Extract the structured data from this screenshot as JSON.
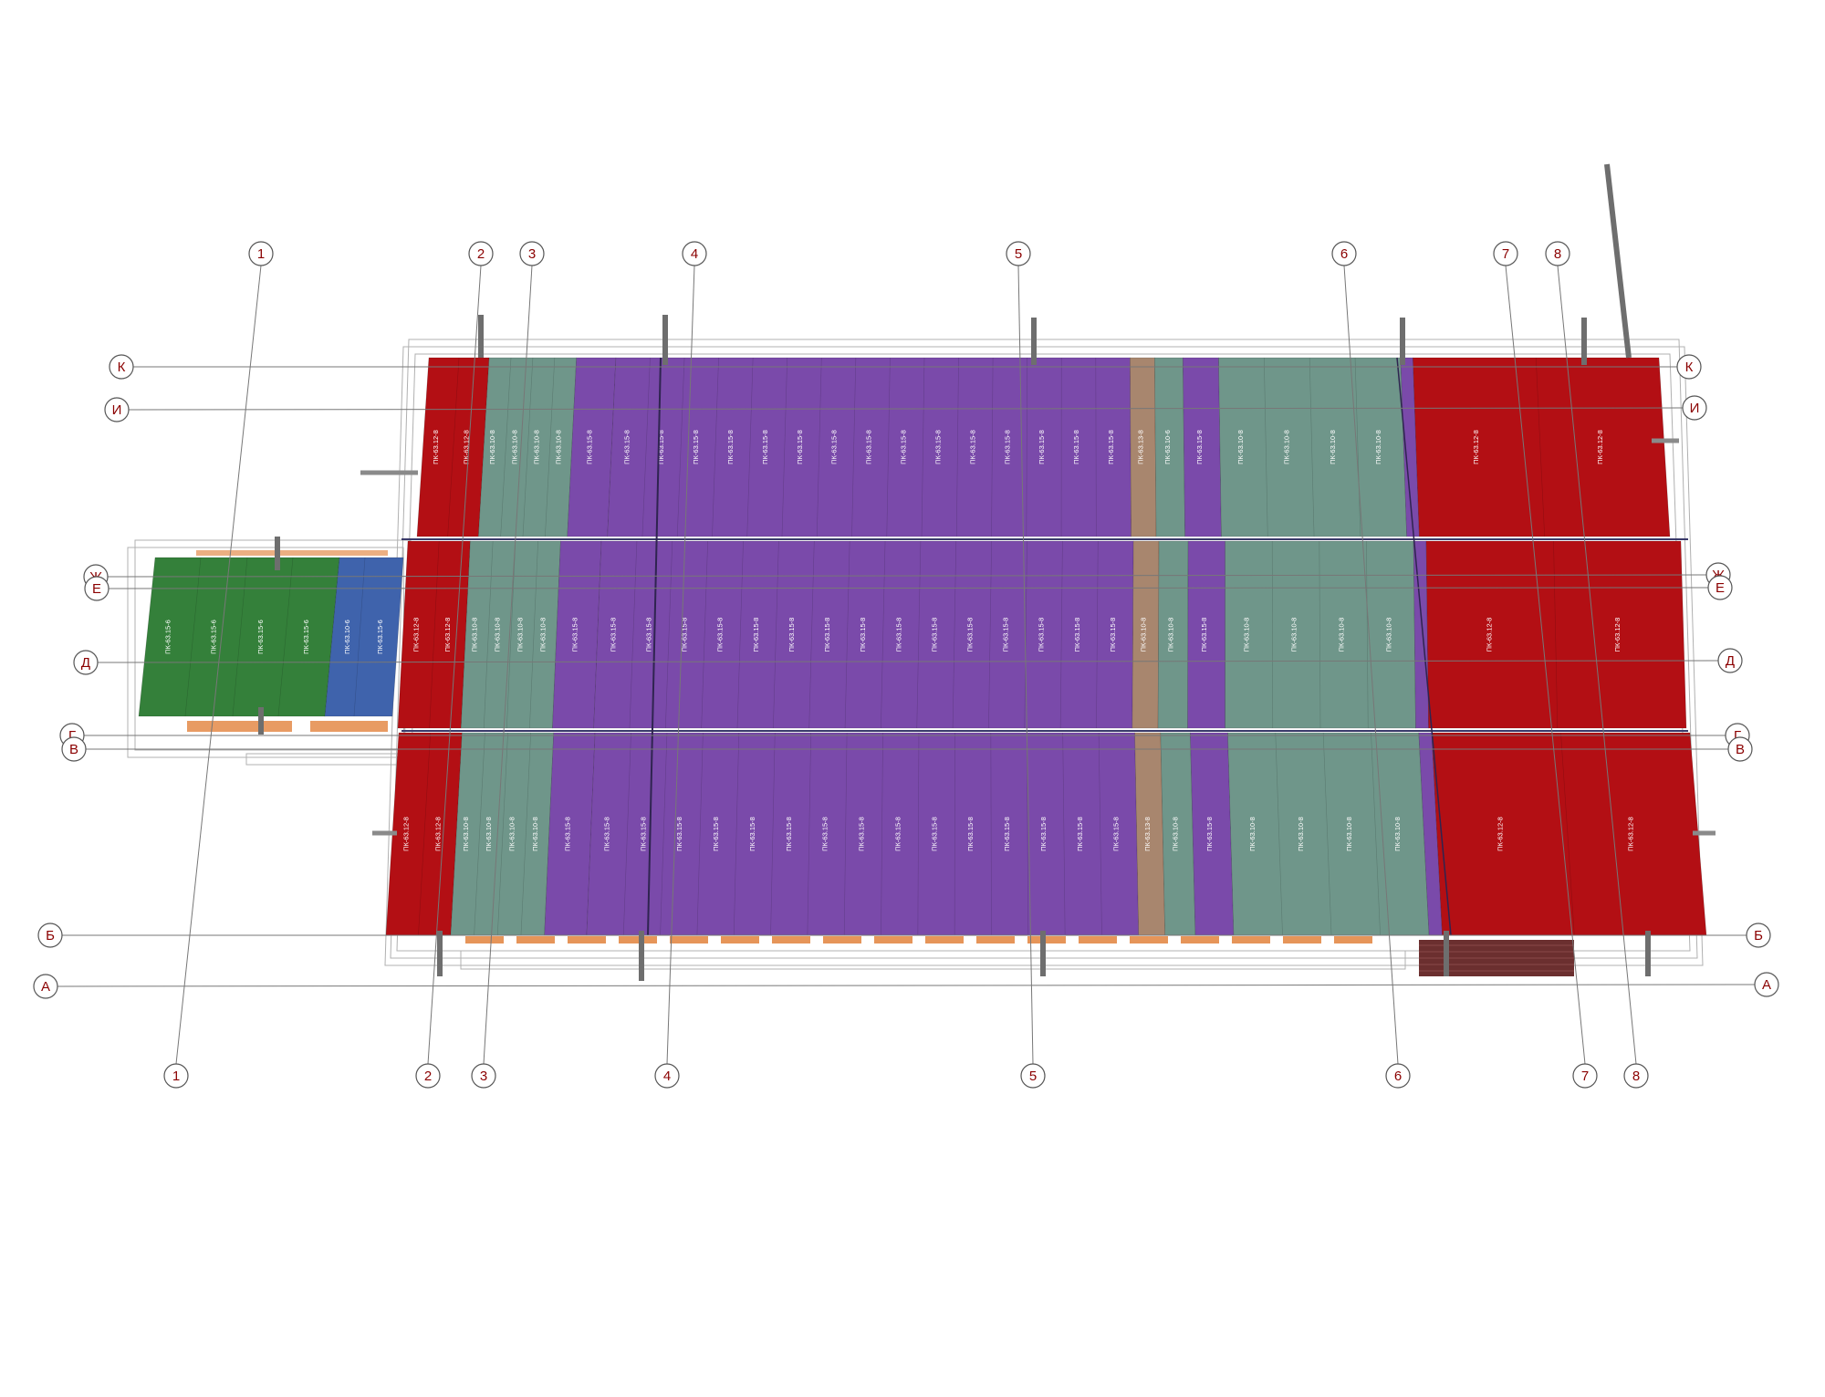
{
  "grid_axes": {
    "columns": [
      "1",
      "2",
      "3",
      "4",
      "5",
      "6",
      "7",
      "8"
    ],
    "rows": [
      "К",
      "И",
      "Ж",
      "Е",
      "Д",
      "Г",
      "В",
      "Б",
      "А"
    ]
  },
  "panel_types": [
    "ПК-63.12-8",
    "ПК-63.10-8",
    "ПК-63.15-8",
    "ПК-63.13-8",
    "ПК-63.15-6",
    "ПК-63.10-6"
  ],
  "colors": {
    "red": "#b30f14",
    "teal": "#6f968a",
    "purple": "#7a4aaa",
    "tan": "#a8866e",
    "green": "#34803a",
    "blue": "#3f63ac",
    "bubble_stroke": "#555555",
    "bubble_text": "#8b0000",
    "grid_line": "#777777",
    "column_steel": "#6e6e6e"
  }
}
